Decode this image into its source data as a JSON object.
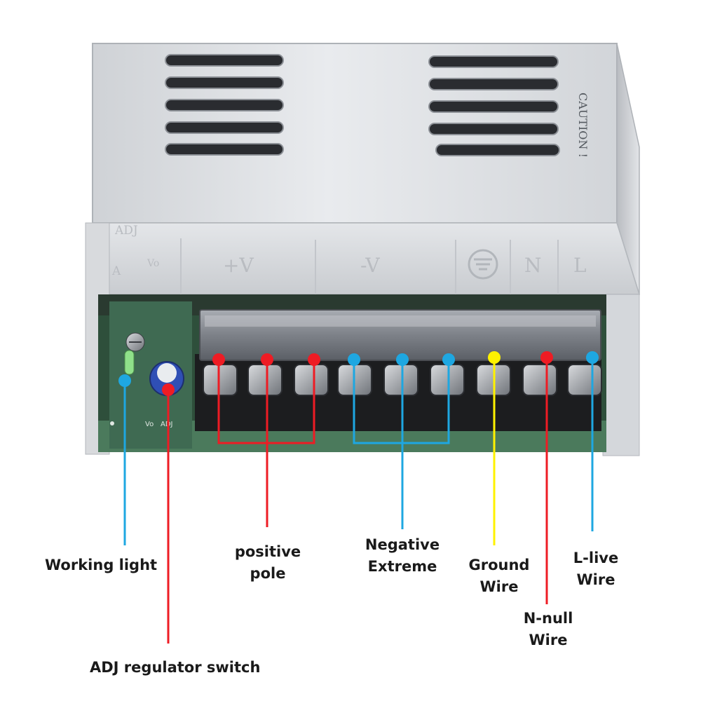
{
  "device_markings": {
    "terminal_labels": [
      "+V",
      "-V",
      "N",
      "L"
    ],
    "adj_marks": [
      "ADJ",
      "Vo",
      "A"
    ],
    "side_text": "CAUTION !",
    "pcb_marks": [
      "Vo",
      "ADJ"
    ]
  },
  "callouts": {
    "working_light": {
      "lines": [
        "Working light"
      ],
      "color": "#1ea7e1"
    },
    "adj_regulator": {
      "lines": [
        "ADJ regulator switch"
      ],
      "color": "#ee1c24"
    },
    "positive_pole": {
      "lines": [
        "positive",
        "pole"
      ],
      "color": "#ee1c24"
    },
    "negative_extreme": {
      "lines": [
        "Negative",
        "Extreme"
      ],
      "color": "#1ea7e1"
    },
    "ground_wire": {
      "lines": [
        "Ground",
        "Wire"
      ],
      "color": "#fff200"
    },
    "n_null_wire": {
      "lines": [
        "N-null",
        "Wire"
      ],
      "color": "#ee1c24"
    },
    "l_live_wire": {
      "lines": [
        "L-live",
        "Wire"
      ],
      "color": "#1ea7e1"
    }
  }
}
